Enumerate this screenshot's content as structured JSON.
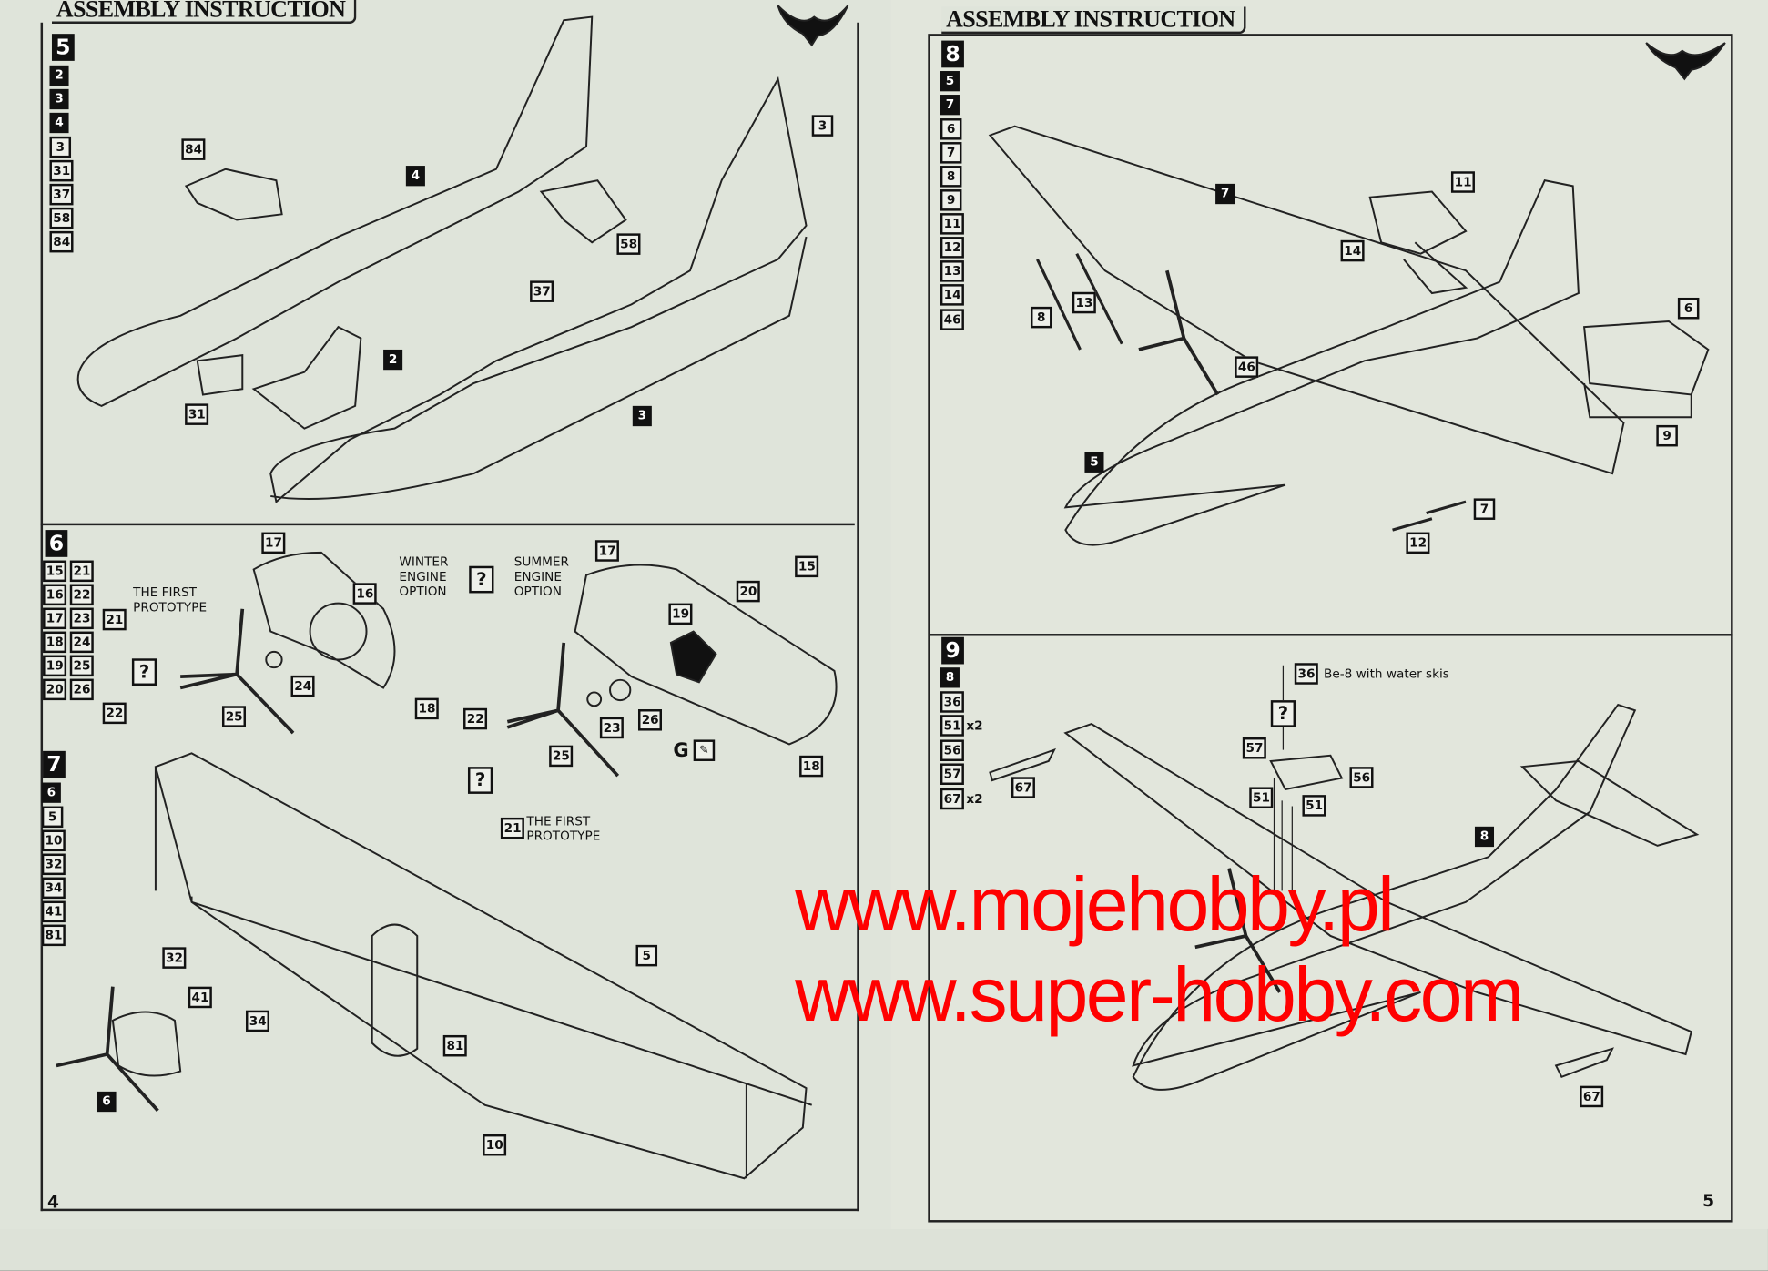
{
  "left_page": {
    "header": "ASSEMBLY INSTRUCTION",
    "page_number": "4",
    "step5": {
      "number": "5",
      "parts_black": [
        "2",
        "3",
        "4"
      ],
      "parts": [
        "3",
        "31",
        "37",
        "58",
        "84"
      ],
      "callouts": [
        "84",
        "4",
        "3",
        "58",
        "37",
        "2",
        "31",
        "3"
      ]
    },
    "step6": {
      "number": "6",
      "parts_col1": [
        "15",
        "16",
        "17",
        "18",
        "19",
        "20"
      ],
      "parts_col2": [
        "21",
        "22",
        "23",
        "24",
        "25",
        "26"
      ],
      "winter": "WINTER ENGINE OPTION",
      "summer": "SUMMER ENGINE OPTION",
      "first_prototype": "THE FIRST PROTOTYPE",
      "choice": "?",
      "glue": "G",
      "callouts": [
        "17",
        "17",
        "15",
        "20",
        "16",
        "19",
        "21",
        "24",
        "22",
        "25",
        "18",
        "22",
        "23",
        "26",
        "25",
        "18",
        "21"
      ]
    },
    "step7": {
      "number": "7",
      "parts_black": [
        "6"
      ],
      "parts": [
        "5",
        "10",
        "32",
        "34",
        "41",
        "81"
      ],
      "callouts": [
        "5",
        "32",
        "41",
        "34",
        "81",
        "6",
        "10"
      ]
    }
  },
  "right_page": {
    "header": "ASSEMBLY INSTRUCTION",
    "page_number": "5",
    "step8": {
      "number": "8",
      "parts_black": [
        "5",
        "7"
      ],
      "parts": [
        "6",
        "7",
        "8",
        "9",
        "11",
        "12",
        "13",
        "14",
        "46"
      ],
      "callouts": [
        "7",
        "11",
        "14",
        "6",
        "8",
        "13",
        "46",
        "5",
        "9",
        "7",
        "12"
      ]
    },
    "step9": {
      "number": "9",
      "parts_black": [
        "8"
      ],
      "parts": [
        "36",
        "51",
        "56",
        "57",
        "67"
      ],
      "qty": {
        "51": "x2",
        "67": "x2"
      },
      "note": "Be-8 with water skis",
      "choice": "?",
      "callouts": [
        "36",
        "57",
        "56",
        "67",
        "51",
        "51",
        "8",
        "67"
      ]
    }
  },
  "watermark": "www.mojehobby.pl www.super-hobby.com"
}
